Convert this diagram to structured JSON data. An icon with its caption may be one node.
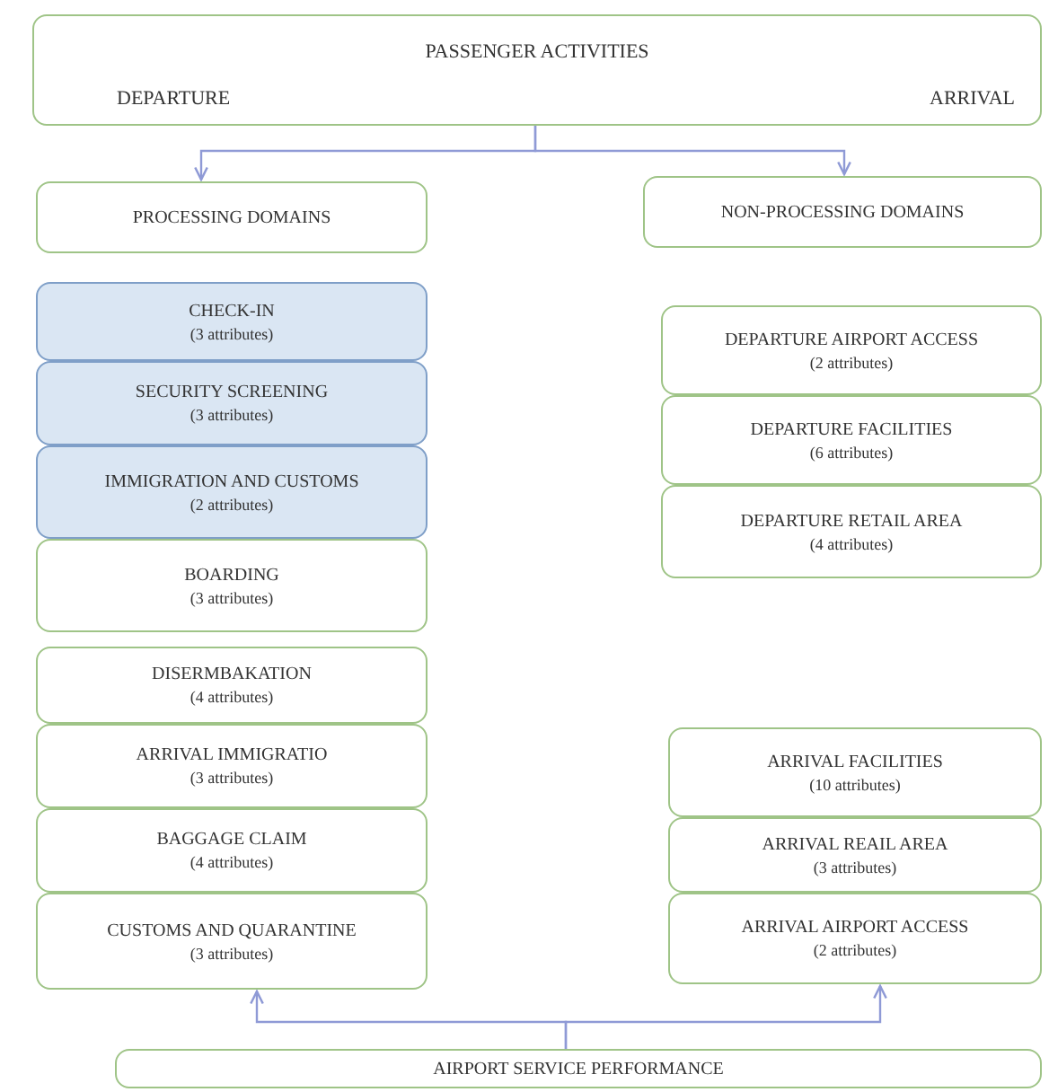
{
  "diagram": {
    "nodes": [
      {
        "text": [
          "PASSENGER ACTIVITIES",
          "DEPARTURE",
          "ARRIVAL"
        ]
      },
      {
        "text": [
          "PROCESSING DOMAINS"
        ]
      },
      {
        "text": [
          "NON-PROCESSING DOMAINS"
        ]
      },
      {
        "text": [
          "CHECK-IN",
          "(3 attributes)"
        ]
      },
      {
        "text": [
          "SECURITY SCREENING",
          "(3 attributes)"
        ]
      },
      {
        "text": [
          "IMMIGRATION AND CUSTOMS",
          "(2 attributes)"
        ]
      },
      {
        "text": [
          "BOARDING",
          "(3 attributes)"
        ]
      },
      {
        "text": [
          "DISERMBAKATION",
          "(4 attributes)"
        ]
      },
      {
        "text": [
          "ARRIVAL IMMIGRATIO",
          "(3 attributes)"
        ]
      },
      {
        "text": [
          "BAGGAGE CLAIM",
          "(4 attributes)"
        ]
      },
      {
        "text": [
          "CUSTOMS AND QUARANTINE",
          "(3 attributes)"
        ]
      },
      {
        "text": [
          "DEPARTURE AIRPORT ACCESS",
          "(2 attributes)"
        ]
      },
      {
        "text": [
          "DEPARTURE FACILITIES",
          "(6 attributes)"
        ]
      },
      {
        "text": [
          "DEPARTURE RETAIL AREA",
          "(4 attributes)"
        ]
      },
      {
        "text": [
          "ARRIVAL FACILITIES",
          "(10 attributes)"
        ]
      },
      {
        "text": [
          "ARRIVAL REAIL AREA",
          "(3 attributes)"
        ]
      },
      {
        "text": [
          "ARRIVAL AIRPORT ACCESS",
          "(2 attributes)"
        ]
      },
      {
        "text": [
          "AIRPORT SERVICE PERFORMANCE"
        ]
      }
    ],
    "edges": [
      {
        "from": 0,
        "to": 1,
        "arrow": "to"
      },
      {
        "from": 0,
        "to": 2,
        "arrow": "to"
      },
      {
        "from": 17,
        "to": 10,
        "arrow": "to"
      },
      {
        "from": 17,
        "to": 16,
        "arrow": "to"
      }
    ]
  }
}
